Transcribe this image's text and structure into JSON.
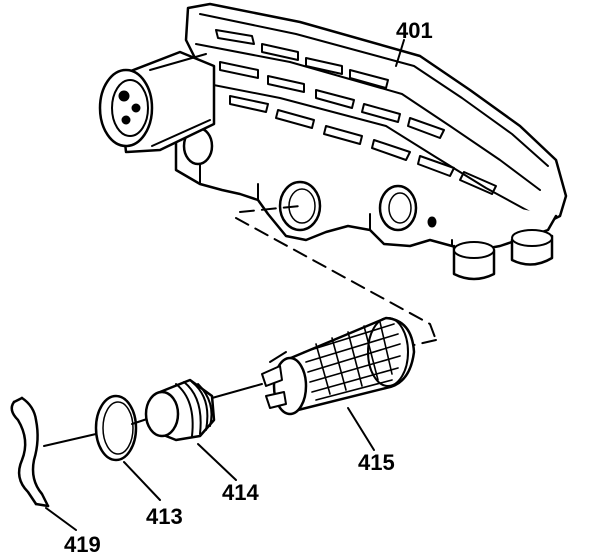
{
  "callouts": [
    {
      "id": "401",
      "label": "401",
      "part": "valve-body"
    },
    {
      "id": "415",
      "label": "415",
      "part": "filter-screen"
    },
    {
      "id": "414",
      "label": "414",
      "part": "plug"
    },
    {
      "id": "413",
      "label": "413",
      "part": "o-ring"
    },
    {
      "id": "419",
      "label": "419",
      "part": "retaining-clip"
    }
  ],
  "colors": {
    "ink": "#000000",
    "paper": "#ffffff",
    "shade": "#cfcfcf"
  }
}
